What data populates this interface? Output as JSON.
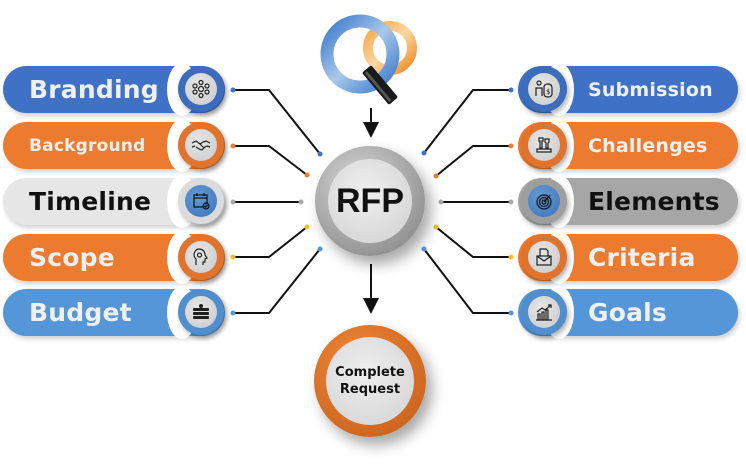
{
  "diagram": {
    "center": {
      "label": "RFP",
      "icon": "rfp-hub"
    },
    "outcome": {
      "line1": "Complete",
      "line2": "Request"
    },
    "logo": {
      "icon": "magnifier-q-logo"
    },
    "left_items": [
      {
        "label": "Branding",
        "icon": "network-icon",
        "color": "#3f72c6",
        "text_color": "#f0f0f0",
        "dot": "#3f72c6"
      },
      {
        "label": "Background",
        "icon": "handshake-icon",
        "color": "#ec7a2f",
        "text_color": "#f0f0f0",
        "dot": "#ec7a2f"
      },
      {
        "label": "Timeline",
        "icon": "calendar-check-icon",
        "color": "#e6e6e6",
        "text_color": "#111111",
        "dot": "#a8a8a8"
      },
      {
        "label": "Scope",
        "icon": "head-gear-icon",
        "color": "#ec7a2f",
        "text_color": "#f0f0f0",
        "dot": "#f2c21b"
      },
      {
        "label": "Budget",
        "icon": "money-stack-icon",
        "color": "#5496d8",
        "text_color": "#f0f0f0",
        "dot": "#5496d8"
      }
    ],
    "right_items": [
      {
        "label": "Submission",
        "icon": "money-bag-person-icon",
        "color": "#3f72c6",
        "text_color": "#f0f0f0",
        "dot": "#3f72c6"
      },
      {
        "label": "Challenges",
        "icon": "chess-icon",
        "color": "#ec7a2f",
        "text_color": "#f0f0f0",
        "dot": "#ec7a2f"
      },
      {
        "label": "Elements",
        "icon": "target-icon",
        "color": "#a6a6a6",
        "text_color": "#111111",
        "dot": "#a8a8a8"
      },
      {
        "label": "Criteria",
        "icon": "envelope-document-icon",
        "color": "#ec7a2f",
        "text_color": "#f0f0f0",
        "dot": "#f2c21b"
      },
      {
        "label": "Goals",
        "icon": "growth-chart-icon",
        "color": "#5496d8",
        "text_color": "#f0f0f0",
        "dot": "#5496d8"
      }
    ],
    "colors": {
      "blue": "#3f72c6",
      "light_blue": "#5496d8",
      "orange": "#ec7a2f",
      "gray": "#a6a6a6",
      "light_gray": "#e6e6e6",
      "yellow": "#f2c21b"
    }
  }
}
